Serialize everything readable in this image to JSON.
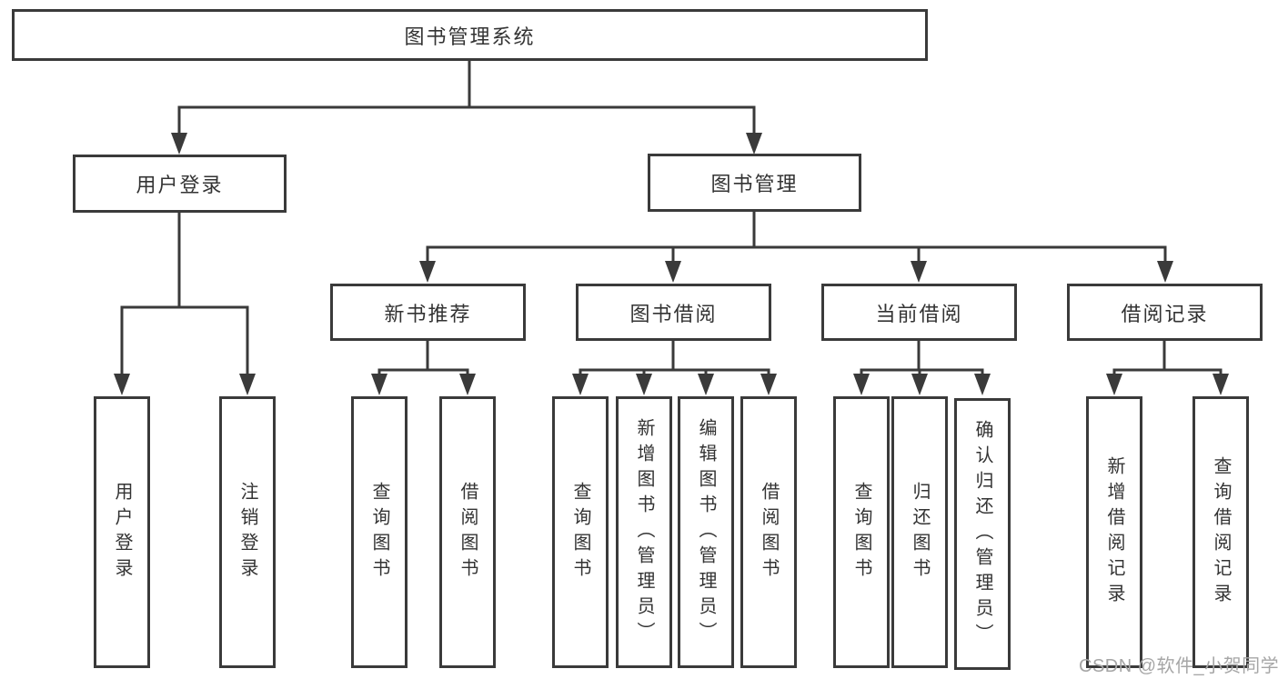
{
  "nodes": {
    "root": "图书管理系统",
    "user_login": "用户登录",
    "book_mgmt": "图书管理",
    "ul_login": "用户登录",
    "ul_logout": "注销登录",
    "new_book_rec": "新书推荐",
    "book_borrow": "图书借阅",
    "current_borrow": "当前借阅",
    "borrow_records": "借阅记录",
    "nbr_query": "查询图书",
    "nbr_borrow": "借阅图书",
    "bb_query": "查询图书",
    "bb_add": "新增图书（管理员）",
    "bb_edit": "编辑图书（管理员）",
    "bb_borrow": "借阅图书",
    "cb_query": "查询图书",
    "cb_return": "归还图书",
    "cb_confirm": "确认归还（管理员）",
    "br_add": "新增借阅记录",
    "br_query": "查询借阅记录"
  },
  "structure": {
    "图书管理系统": {
      "用户登录": [
        "用户登录",
        "注销登录"
      ],
      "图书管理": {
        "新书推荐": [
          "查询图书",
          "借阅图书"
        ],
        "图书借阅": [
          "查询图书",
          "新增图书（管理员）",
          "编辑图书（管理员）",
          "借阅图书"
        ],
        "当前借阅": [
          "查询图书",
          "归还图书",
          "确认归还（管理员）"
        ],
        "借阅记录": [
          "新增借阅记录",
          "查询借阅记录"
        ]
      }
    }
  },
  "watermark": "CSDN @软件_小贺同学",
  "colors": {
    "background": "#ffffff",
    "line": "#3a3a3a",
    "box_border": "#3a3a3a",
    "text": "#333333",
    "watermark": "#a6a6a6"
  }
}
